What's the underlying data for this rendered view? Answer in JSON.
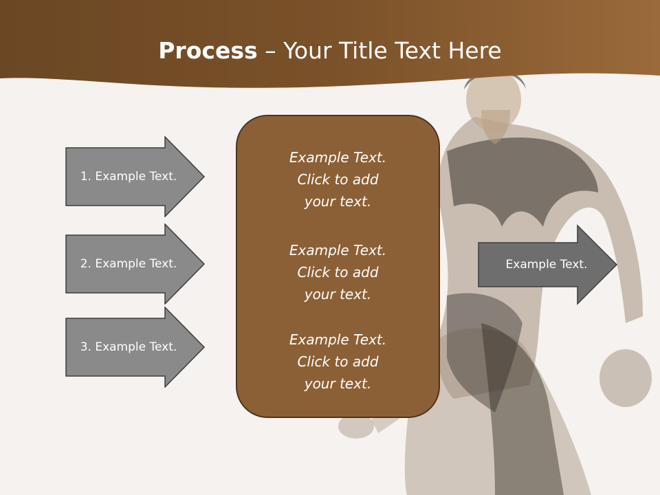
{
  "title": {
    "bold": "Process",
    "rest": " – Your Title Text Here"
  },
  "left_arrows": [
    {
      "label": "1. Example Text."
    },
    {
      "label": "2. Example Text."
    },
    {
      "label": "3. Example Text."
    }
  ],
  "center": {
    "blocks": [
      {
        "line1": "Example Text.",
        "line2": "Click  to add",
        "line3": "your text."
      },
      {
        "line1": "Example Text.",
        "line2": "Click  to add",
        "line3": "your text."
      },
      {
        "line1": "Example Text.",
        "line2": "Click  to add",
        "line3": "your text."
      }
    ]
  },
  "right_arrow": {
    "label": "Example Text."
  },
  "colors": {
    "header_brown": "#7a5129",
    "box_brown": "#8c6036",
    "arrow_gray": "#8a8a8a",
    "arrow_dark_gray": "#6e6e6e",
    "background": "#f5f2ef"
  }
}
